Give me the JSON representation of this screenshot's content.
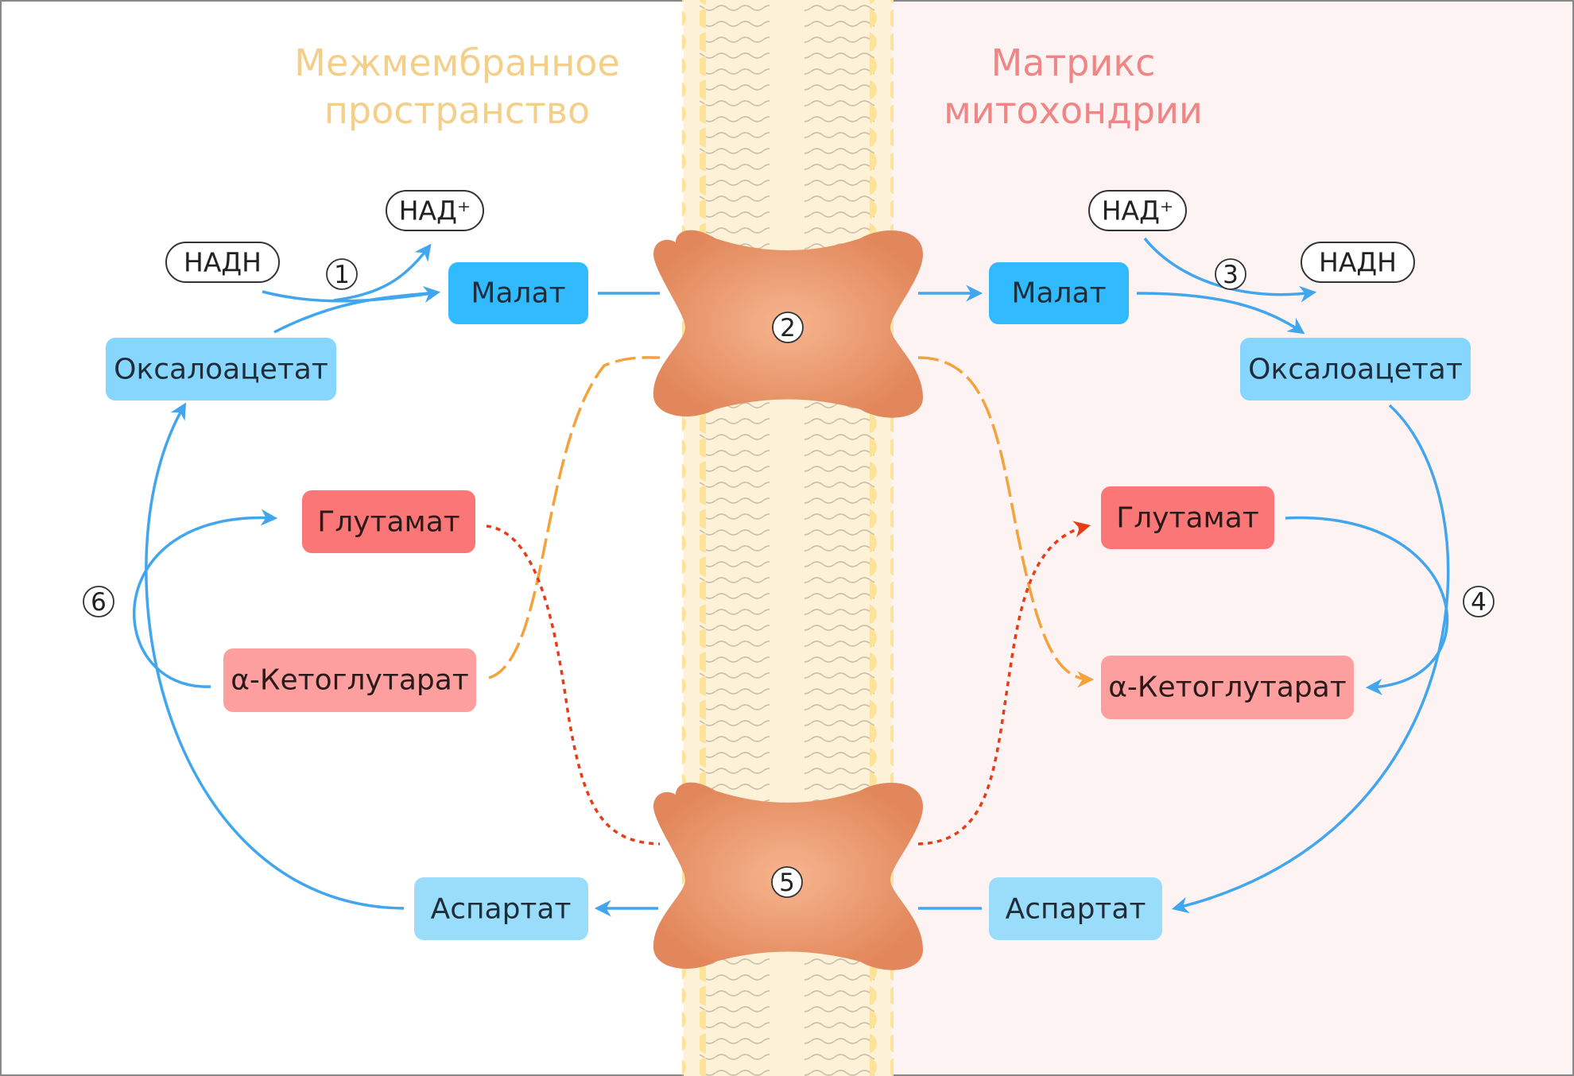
{
  "titles": {
    "intermembrane_line1": "Межмембранное",
    "intermembrane_line2": "пространство",
    "matrix_line1": "Матрикс",
    "matrix_line2": "митохондрии"
  },
  "left": {
    "nadh": "НАДН",
    "nad_plus": "НАД⁺",
    "malate": "Малат",
    "oxaloacetate": "Оксалоацетат",
    "glutamate": "Глутамат",
    "alpha_ketoglutarate": "α-Кетоглутарат",
    "aspartate": "Аспартат"
  },
  "right": {
    "nad_plus": "НАД⁺",
    "nadh": "НАДН",
    "malate": "Малат",
    "oxaloacetate": "Оксалоацетат",
    "glutamate": "Глутамат",
    "alpha_ketoglutarate": "α-Кетоглутарат",
    "aspartate": "Аспартат"
  },
  "steps": {
    "s1": "1",
    "s2": "2",
    "s3": "3",
    "s4": "4",
    "s5": "5",
    "s6": "6"
  },
  "colors": {
    "matrix_bg": "#fdf3f3",
    "title_intermembrane": "#f4cf8a",
    "title_matrix": "#ef8585",
    "membrane_head": "#fde29a",
    "membrane_core": "#fdf2d8",
    "transporter": "#e98a5c",
    "blue_arrow": "#41a6ee",
    "malate_fill": "#32baff",
    "oxaloacetate_fill": "#87d6fd",
    "aspartate_fill": "#99ddfb",
    "glutamate_fill": "#fb7777",
    "akg_fill": "#fd9f9f",
    "orange_dash": "#f4a23c",
    "red_dash": "#e63d18"
  }
}
